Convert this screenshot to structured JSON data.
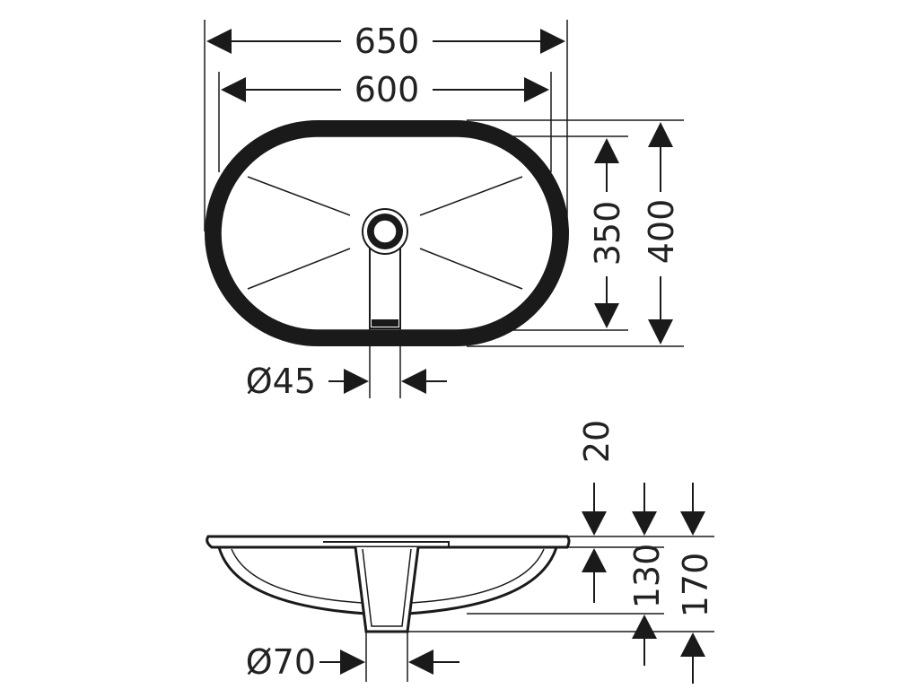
{
  "drawing": {
    "plan_view": {
      "overall_width": "650",
      "inner_width": "600",
      "inner_depth": "350",
      "overall_depth": "400",
      "drain_diameter": "Ø45"
    },
    "side_view": {
      "rim_thickness": "20",
      "bowl_depth": "130",
      "overall_height": "170",
      "drain_outlet_diameter": "Ø70"
    }
  }
}
